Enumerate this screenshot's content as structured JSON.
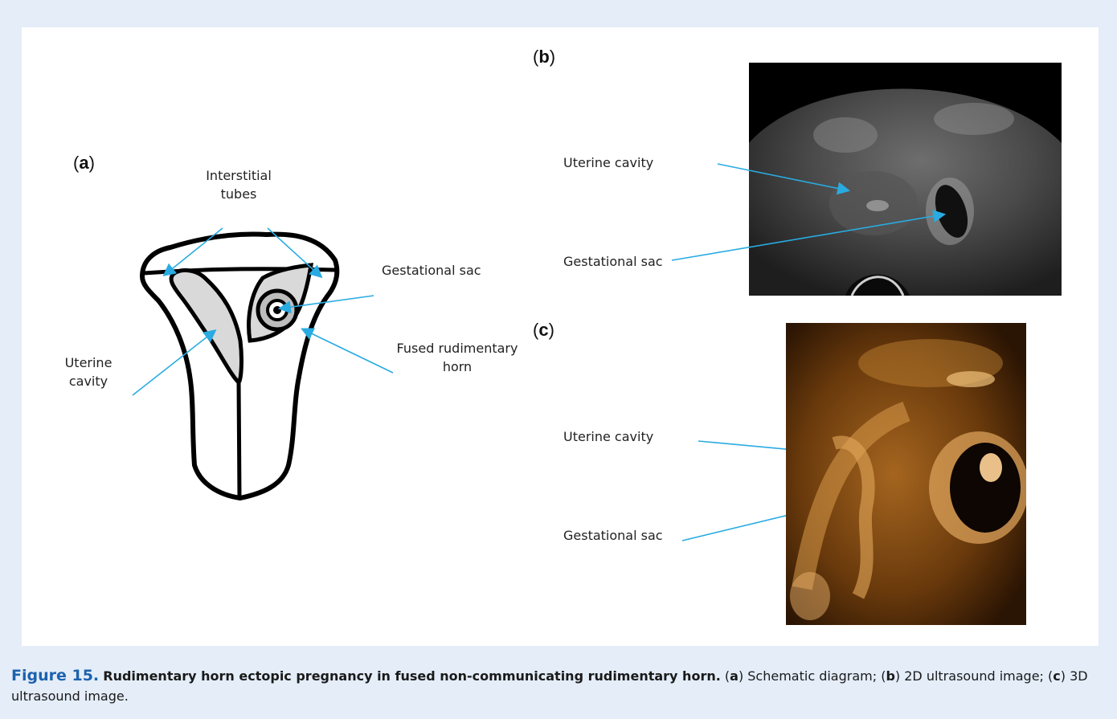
{
  "panels": {
    "a": {
      "label_open": "(",
      "label_letter": "a",
      "label_close": ")",
      "labels": {
        "interstitial_line1": "Interstitial",
        "interstitial_line2": "tubes",
        "gestational_sac": "Gestational sac",
        "fused_line1": "Fused rudimentary",
        "fused_line2": "horn",
        "uterine_line1": "Uterine",
        "uterine_line2": "cavity"
      }
    },
    "b": {
      "label_open": "(",
      "label_letter": "b",
      "label_close": ")",
      "labels": {
        "uterine_cavity": "Uterine cavity",
        "gestational_sac": "Gestational sac"
      }
    },
    "c": {
      "label_open": "(",
      "label_letter": "c",
      "label_close": ")",
      "labels": {
        "uterine_cavity": "Uterine cavity",
        "gestational_sac": "Gestational sac"
      }
    }
  },
  "caption": {
    "figure_number": "Figure 15.",
    "title": "Rudimentary horn ectopic pregnancy in fused non-communicating rudimentary horn.",
    "p1_open": "(",
    "p1_letter": "a",
    "p1_text": ") Schematic diagram; (",
    "p2_letter": "b",
    "p2_text": ") 2D ultrasound image; (",
    "p3_letter": "c",
    "p3_text": ") 3D ultrasound image."
  },
  "colors": {
    "background": "#e4edf8",
    "arrow": "#29abe2",
    "figure_number": "#1c62ae",
    "cavity_fill": "#d9d9d9"
  }
}
